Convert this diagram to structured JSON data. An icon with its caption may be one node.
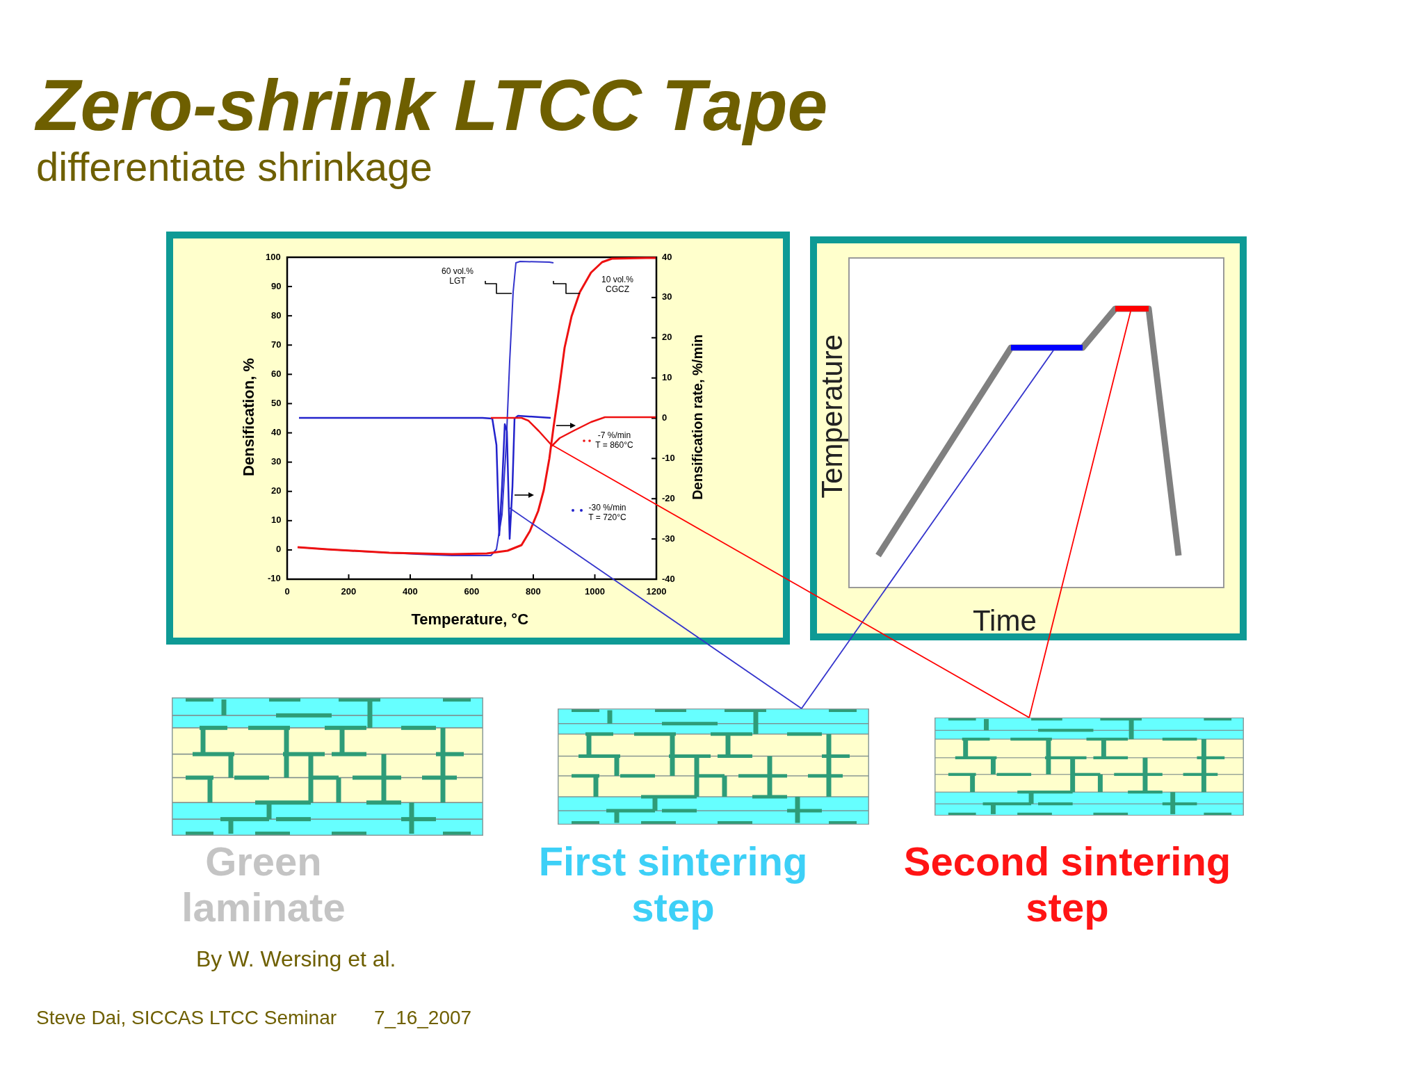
{
  "diagram": {
    "title": "Zero-shrink LTCC Tape",
    "nodes": [
      {
        "text": [],
        "shape": "bar"
      },
      {
        "text": [],
        "shape": "bar"
      },
      {
        "text": [],
        "shape": "picture",
        "beside": [
          "Green laminate"
        ]
      },
      {
        "text": [],
        "shape": "picture",
        "beside": [
          "First sintering step"
        ]
      },
      {
        "text": [],
        "shape": "picture",
        "beside": [
          "Second sintering step"
        ]
      }
    ],
    "edges": [
      {
        "from": null,
        "to": 3,
        "arrow": "none",
        "color": "#3333cc"
      },
      {
        "from": 0,
        "to": 3,
        "arrow": "none",
        "color": "#3333cc"
      },
      {
        "from": null,
        "to": 4,
        "arrow": "none",
        "color": "#ff0000"
      },
      {
        "from": 1,
        "to": 4,
        "arrow": "none",
        "color": "#ff0000"
      }
    ],
    "labels": [
      "differentiate shrinkage",
      "100",
      "90",
      "80",
      "70",
      "60",
      "50",
      "40",
      "30",
      "20",
      "10",
      "0",
      "-10",
      "Densification, %",
      "60 vol.% LGT",
      "10 vol.% CGCZ",
      "-7 %/min T = 860°C",
      "-30 %/min T = 720°C",
      "40",
      "30",
      "20",
      "10",
      "0",
      "-10",
      "-20",
      "-30",
      "-40",
      "Densification rate, %/min",
      "0",
      "200",
      "400",
      "600",
      "800",
      "1000",
      "1200",
      "Temperature, °C",
      "Temperature",
      "Time",
      "By W. Wersing et al.",
      "Steve Dai, SICCAS LTCC Seminar",
      "7_16_2007"
    ]
  }
}
